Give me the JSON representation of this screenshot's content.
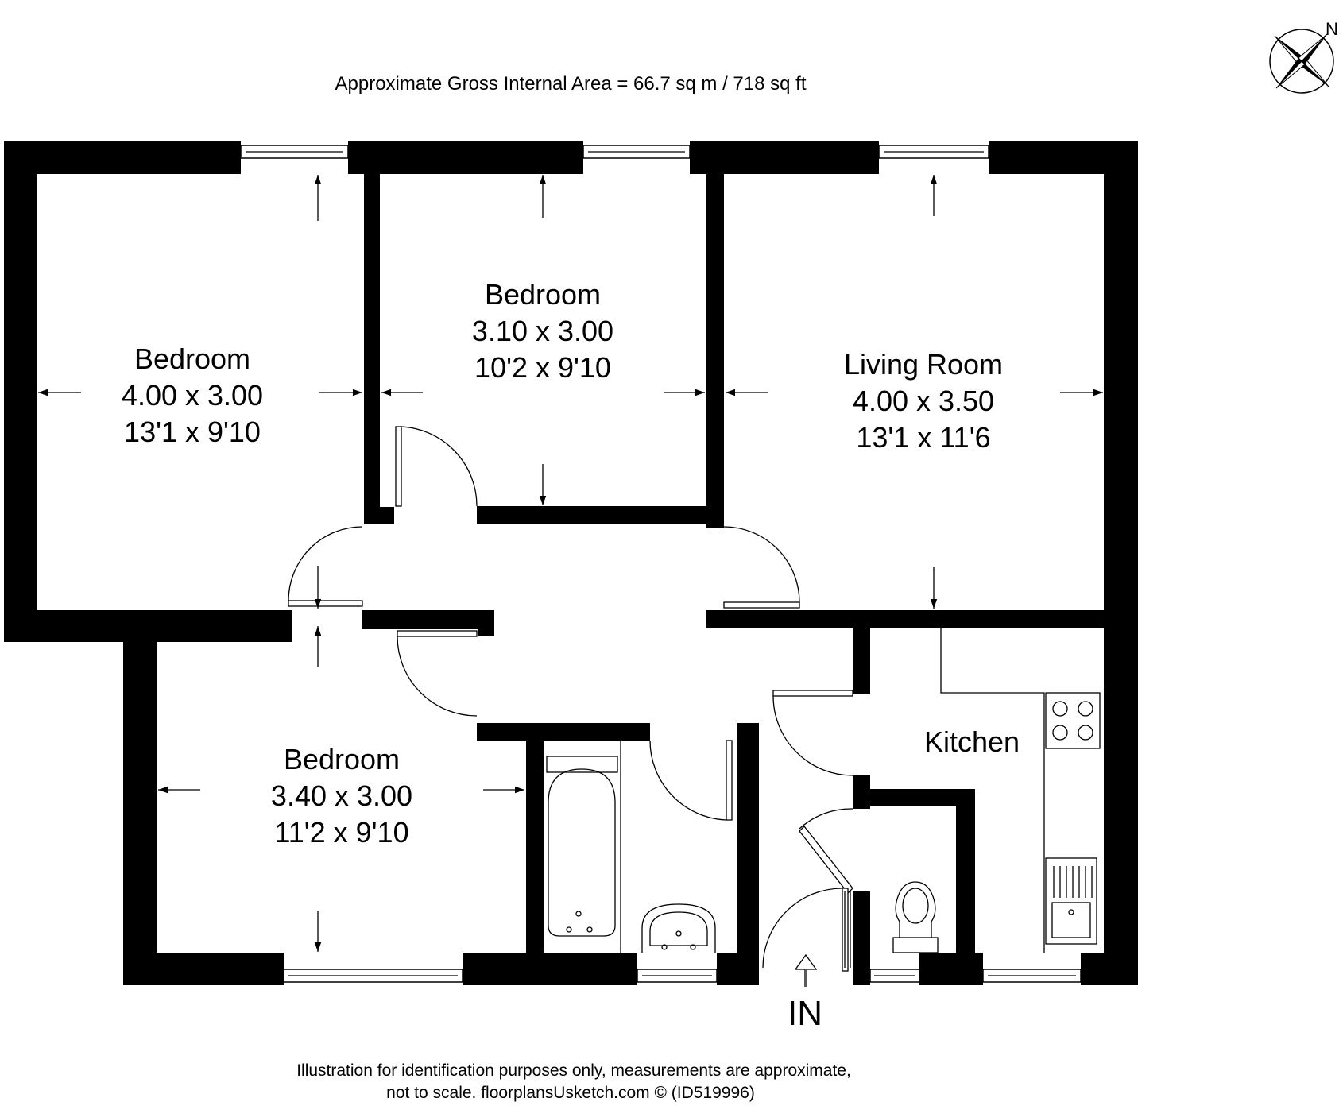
{
  "header": {
    "area_text": "Approximate Gross Internal Area = 66.7 sq m / 718 sq ft",
    "compass_label": "N"
  },
  "rooms": {
    "bedroom_1": {
      "name": "Bedroom",
      "metric": "4.00 x 3.00",
      "imperial": "13'1 x 9'10"
    },
    "bedroom_2": {
      "name": "Bedroom",
      "metric": "3.10 x 3.00",
      "imperial": "10'2 x 9'10"
    },
    "living_room": {
      "name": "Living Room",
      "metric": "4.00 x 3.50",
      "imperial": "13'1 x 11'6"
    },
    "bedroom_3": {
      "name": "Bedroom",
      "metric": "3.40 x 3.00",
      "imperial": "11'2 x 9'10"
    },
    "kitchen": {
      "name": "Kitchen"
    }
  },
  "entrance": {
    "label": "IN"
  },
  "footer": {
    "line1": "Illustration for identification purposes only, measurements are approximate,",
    "line2": "not to scale. floorplansUsketch.com © (ID519996)"
  },
  "colors": {
    "wall": "#000000",
    "background": "#ffffff"
  },
  "icons": [
    "compass-rose-icon",
    "hob-icon",
    "sink-icon",
    "bath-icon",
    "basin-icon",
    "toilet-icon",
    "entrance-arrow-icon"
  ]
}
